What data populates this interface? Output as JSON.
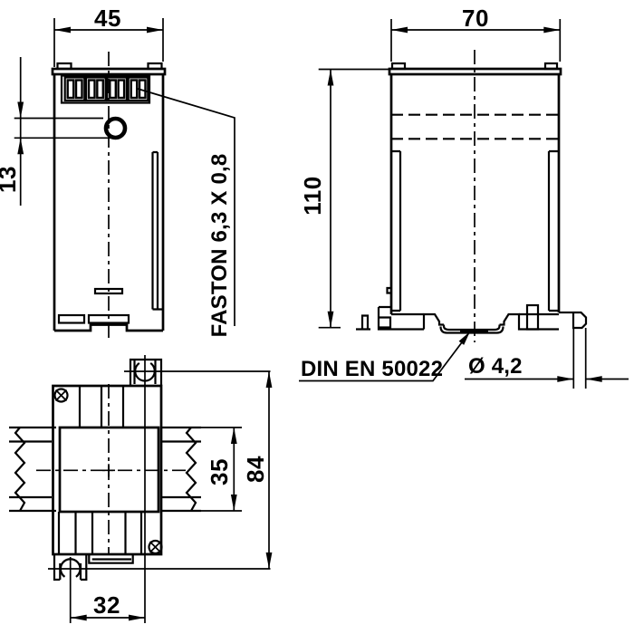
{
  "page": {
    "background": "#ffffff",
    "ink": "#000000",
    "description": "Technical dimension drawing, three orthographic views of a DIN-rail mounted module"
  },
  "views": {
    "front": {
      "dim_width": "45",
      "dim_hole_offset": "13",
      "label_terminal": "FASTON 6,3 X 0,8"
    },
    "side": {
      "dim_width": "70",
      "dim_height": "110",
      "label_rail": "DIN EN 50022",
      "dim_hole_dia": "Ø 4,2"
    },
    "bottom": {
      "dim_core_width": "35",
      "dim_mount_span": "84",
      "dim_hole_spacing": "32"
    }
  }
}
